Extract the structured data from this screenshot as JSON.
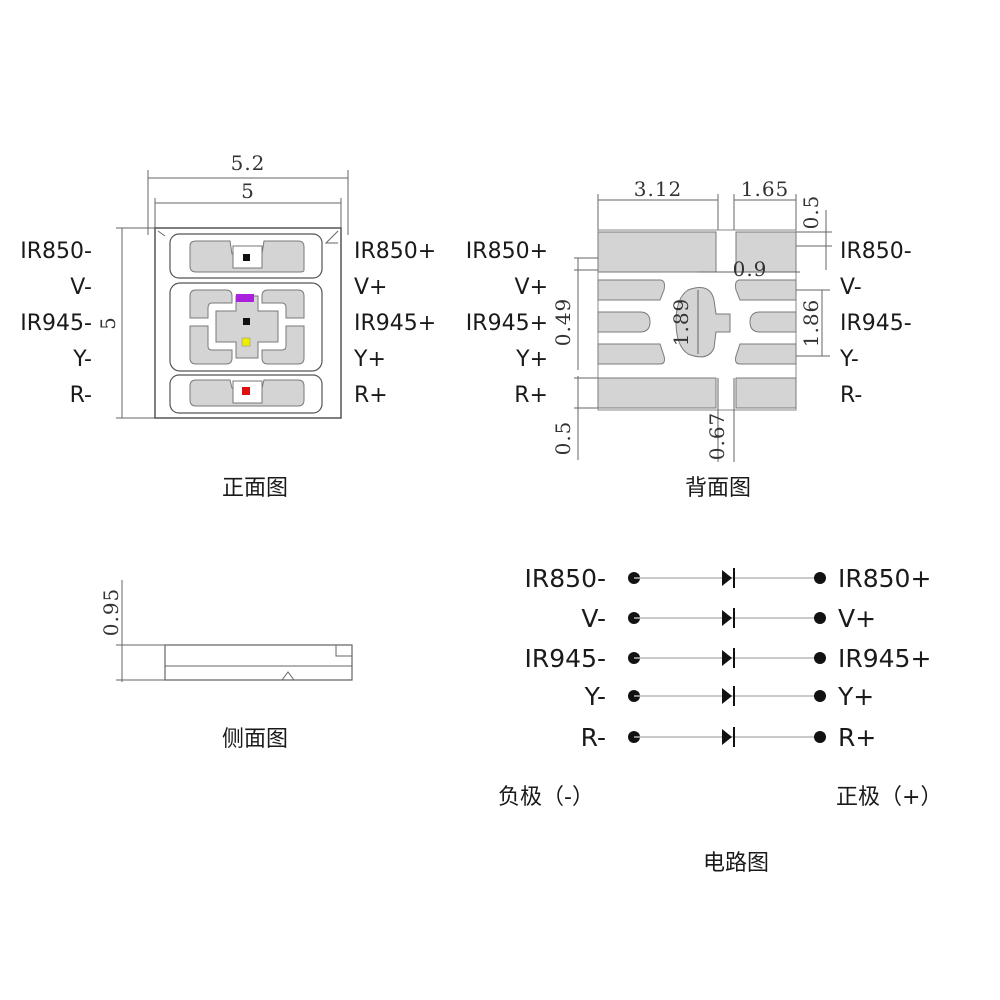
{
  "front_view": {
    "caption": "正面图",
    "dim_outer_width": "5.2",
    "dim_width": "5",
    "dim_height": "5",
    "left_labels": [
      "IR850-",
      "V-",
      "IR945-",
      "Y-",
      "R-"
    ],
    "right_labels": [
      "IR850+",
      "V+",
      "IR945+",
      "Y+",
      "R+"
    ],
    "chip_colors": {
      "violet": "#aa22dd",
      "black": "#111111",
      "yellow": "#eeee00",
      "red": "#dd1111"
    }
  },
  "back_view": {
    "caption": "背面图",
    "dim_top_left": "3.12",
    "dim_top_right": "1.65",
    "dim_right_top": "0.5",
    "dim_gap": "0.9",
    "dim_left": "0.49",
    "dim_center": "1.89",
    "dim_right": "1.86",
    "dim_bottom_left": "0.5",
    "dim_bottom_center": "0.67",
    "left_labels": [
      "IR850+",
      "V+",
      "IR945+",
      "Y+",
      "R+"
    ],
    "right_labels": [
      "IR850-",
      "V-",
      "IR945-",
      "Y-",
      "R-"
    ]
  },
  "side_view": {
    "caption": "侧面图",
    "dim_height": "0.95"
  },
  "circuit": {
    "caption": "电路图",
    "left_labels": [
      "IR850-",
      "V-",
      "IR945-",
      "Y-",
      "R-"
    ],
    "right_labels": [
      "IR850+",
      "V+",
      "IR945+",
      "Y+",
      "R+"
    ],
    "negative_label": "负极（-）",
    "positive_label": "正极（+）"
  }
}
